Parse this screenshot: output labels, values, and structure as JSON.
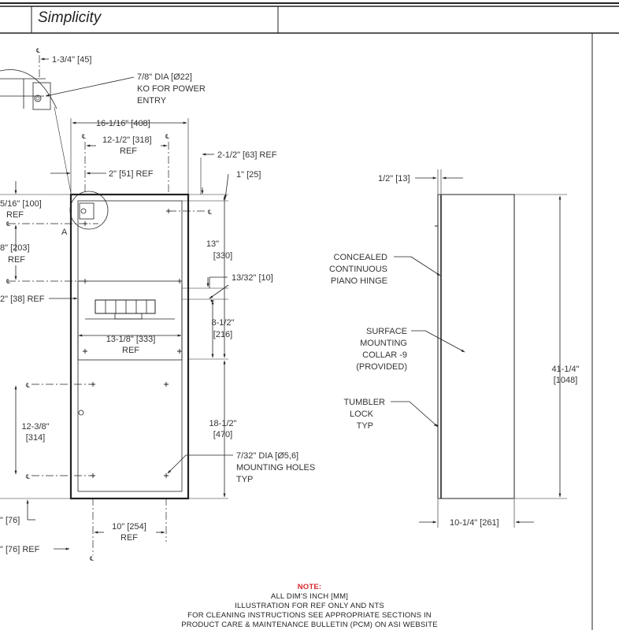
{
  "header": {
    "series_name": "Simplicity"
  },
  "front_view": {
    "dims": {
      "knockout_offset": "1-3/4\" [45]",
      "knockout_callout": [
        "7/8\" DIA [Ø22]",
        "KO FOR POWER",
        "ENTRY"
      ],
      "overall_width": "16-1/16\" [408]",
      "hole_spacing_top": [
        "12-1/2\" [318]",
        "REF"
      ],
      "flange_depth": "2-1/2\" [63] REF",
      "top_to_hole": "1\" [25]",
      "side_offset": "2\" [51] REF",
      "left_dim_1": [
        "5/16\" [100]",
        "REF"
      ],
      "left_dim_2": [
        "8\" [203]",
        "REF"
      ],
      "left_dim_3": "2\" [38] REF",
      "detail_marker": "A",
      "upper_height": [
        "13\"",
        "[330]"
      ],
      "towel_offset": "13/32\" [10]",
      "mid_height": [
        "8-1/2\"",
        "[216]"
      ],
      "mid_spacing": [
        "13-1/8\" [333]",
        "REF"
      ],
      "lower_left": [
        "12-3/8\"",
        "[314]"
      ],
      "lower_height": [
        "18-1/2\"",
        "[470]"
      ],
      "mount_holes": [
        "7/32\" DIA [Ø5,6]",
        "MOUNTING HOLES",
        "TYP"
      ],
      "bottom_left_1": "\" [76]",
      "bottom_left_2": "\" [76] REF",
      "bottom_spacing": [
        "10\" [254]",
        "REF"
      ]
    }
  },
  "side_view": {
    "dims": {
      "door_thickness": "1/2\" [13]",
      "overall_height": [
        "41-1/4\"",
        "[1048]"
      ],
      "depth": "10-1/4\" [261]"
    },
    "callouts": {
      "hinge": [
        "CONCEALED",
        "CONTINUOUS",
        "PIANO HINGE"
      ],
      "collar": [
        "SURFACE",
        "MOUNTING",
        "COLLAR -9",
        "(PROVIDED)"
      ],
      "lock": [
        "TUMBLER",
        "LOCK",
        "TYP"
      ]
    }
  },
  "notes": {
    "heading": "NOTE:",
    "lines": [
      "ALL DIM'S INCH [MM]",
      "ILLUSTRATION FOR REF ONLY AND NTS",
      "FOR CLEANING INSTRUCTIONS SEE APPROPRIATE SECTIONS IN",
      "PRODUCT CARE & MAINTENANCE BULLETIN (PCM) ON ASI WEBSITE"
    ]
  },
  "colors": {
    "line": "#222222",
    "note_heading": "#d6262b"
  }
}
